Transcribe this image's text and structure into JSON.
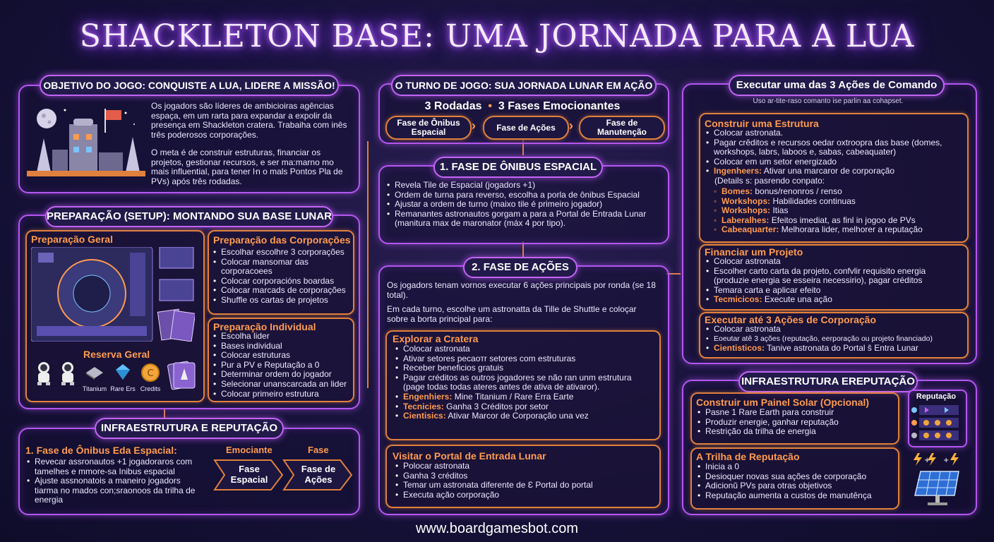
{
  "title": "SHACKLETON BASE: UMA JORNADA PARA A LUA",
  "objective": {
    "header": "OBJETIVO DO JOGO: CONQUISTE A LUA, LIDERE A MISSÃO!",
    "p1": "Os jogadors são líderes de ambicioiras agências espaça, em um rarta para expandar a expolir da presença em Shackleton cratera. Trabaiha com inês três poderosos corporações.",
    "p2": "O meta é de construir estruturas, financiar os projetos, gestionar recursos, e ser ma:marno mo mais influential, para tener ŀn o mals Pontos Pla de PVs) após três rodadas."
  },
  "setup": {
    "header": "PREPARAÇÃO (SETUP): MONTANDO SUA BASE LUNAR",
    "general_title": "Preparação Geral",
    "reserve_title": "Reserva Geral",
    "reserve_items": [
      "Titanium",
      "Rare Ers",
      "Credits"
    ],
    "corp_title": "Preparação das Corporações",
    "corp_items": [
      "Escolhar escolhre 3 corporações",
      "Colocar mansomar das corporacoees",
      "Colocar corporacións boardas",
      "Colocar marcads de corporações",
      "Shuffle os cartas de projetos"
    ],
    "indiv_title": "Preparação Individual",
    "indiv_items": [
      "Escolha lider",
      "Bases individual",
      "Colocar estruturas",
      "Pur a PV e Reputação a 0",
      "Determinar ordem do jogador",
      "Selecionar unanscarcada an lider",
      "Colocar primeiro estrutura"
    ]
  },
  "infra_left": {
    "header": "INFRAESTRUTURA E REPUTAÇÃO",
    "sub_title": "1. Fase de Ônibus Eda Espacial:",
    "items": [
      "Revecar assronautos +1 jogadoraros com tamelhes e mmore-sa Inibus espacial",
      "Ajuste assnonatois a maneiro jogadors tiarma no mados con;sraonoos da trilha de energia"
    ],
    "col1": "Emociante",
    "col2": "Fase",
    "chev1": "Fase Espacial",
    "chev2": "Fase de Ações"
  },
  "turn": {
    "header": "O TURNO DE JOGO: SUA JORNADA LUNAR EM AÇÃO",
    "subtitle_a": "3 Rodadas",
    "subtitle_b": "3 Fases Emocionantes",
    "flow": [
      "Fase de Ônibus Espacial",
      "Fase de Ações",
      "Fase de Manutenção"
    ]
  },
  "shuttle": {
    "header": "1. FASE DE ÔNIBUS ESPACIAL",
    "items": [
      "Revela Tile de Espacial (jogadors +1)",
      "Ordem de turna para reverso, escolha a porla de ônibus Espacial",
      "Ajustar a ordem de turno (maixo tile é primeiro jogador)",
      "Remanantes astronautos gorgam a para a Portal de Entrada Lunar (manitura max de maronator (máx 4 por tipo)."
    ]
  },
  "actions": {
    "header": "2. FASE DE AÇÕES",
    "p1": "Os jogadors tenam vornos executar 6 ações principais por ronda (se 18 total).",
    "p2": "Em cada turno, escolhe um astronatta da Tille de Shuttle e coloçar sobre a borta principal para:",
    "explore_title": "Explorar a Cratera",
    "explore_items": [
      "Colocar astronata",
      "Ativar setores pecaoтr setores com estruturas",
      "Receber beneficios gratuis",
      "Pagar créditos as outros jogadores se não ran unm estrutura (page todas todas ateres antes de ativa de ativaror)."
    ],
    "explore_h1_label": "Engenhiers:",
    "explore_h1_text": " Mine Titanium / Rare Erra Earte",
    "explore_h2_label": "Tecnicies:",
    "explore_h2_text": " Ganha 3 Créditos por setor",
    "explore_h3_label": "Cientisics:",
    "explore_h3_text": " Ativar Marcor de Corporação una vez",
    "portal_title": "Visitar o Portal de Entrada Lunar",
    "portal_items": [
      "Polocar astronata",
      "Ganha 3 créditos",
      "Temar um astronata diferente de Ɛ Portal do portal",
      "Executa ação corporação"
    ]
  },
  "command": {
    "header": "Executar uma das 3 Ações de Comando",
    "note": "Uso ar-tite-raso comanto ise parlin aa cohapset.",
    "build_title": "Construir uma Estrutura",
    "build_items": [
      "Colocar astronata.",
      "Pagar crêditos e recursos oedar oxtroopra das base (domes, workshops, labrs, laboos e, sabas, cabeaquater)",
      "Colocar em um setor energizado"
    ],
    "build_eng_label": "Ingenheers:",
    "build_eng_text": " Ativar una marcaror de corporação",
    "build_details": "(Details s: pasrendo conpato:",
    "build_sub": [
      {
        "label": "Bomes:",
        "text": " bonus/renonros / renso"
      },
      {
        "label": "Workshops:",
        "text": " Habilidades continuas"
      },
      {
        "label": "Workshops:",
        "text": " Itias"
      },
      {
        "label": "Laberalhes:",
        "text": " Efeitos imediat, as finl in jogoo de PVs"
      },
      {
        "label": "Cabeaquarter:",
        "text": " Melhorara lider, melhorer a reputação"
      }
    ],
    "fund_title": "Financiar um Projeto",
    "fund_items": [
      "Colocar astronata",
      "Escolher carto carta da projeto, confvlir requisito energia (produzie energia se esseira necessirio), pagar créditos",
      "Temara carta e aplicar efeito"
    ],
    "fund_h_label": "Tecmicicos:",
    "fund_h_text": " Execute una ação",
    "corp_title": "Executar até 3 Ações de Corporação",
    "corp_items": [
      "Colocar astronata",
      "Eoeutar atê 3 ações (reputação, eerporação ou projeto financiado)"
    ],
    "corp_h_label": "Cientisticos:",
    "corp_h_text": " Tanive astronata do Portal ŝ Entra Lunar"
  },
  "infra_right": {
    "header": "INFRAESTRUTURA EREPUTAÇÃO",
    "solar_title": "Construir um Painel Solar (Opcional)",
    "solar_items": [
      "Pasne 1 Rare Earth para construir",
      "Produzir energie, ganhar reputação",
      "Restrição da trilha de energia"
    ],
    "rep_title": "A Trilha de Reputação",
    "rep_items": [
      "Inicia a 0",
      "Desioquer novas sua ações de corporação",
      "Adicionŭ PVs para otras objetivos",
      "Reputação aumenta a custos de manutênça"
    ],
    "rep_panel_title": "Reputação"
  },
  "footer": "www.boardgamesbot.com",
  "colors": {
    "frame": "#b357f0",
    "accent": "#ff9b4f",
    "bg": "#17123a"
  }
}
